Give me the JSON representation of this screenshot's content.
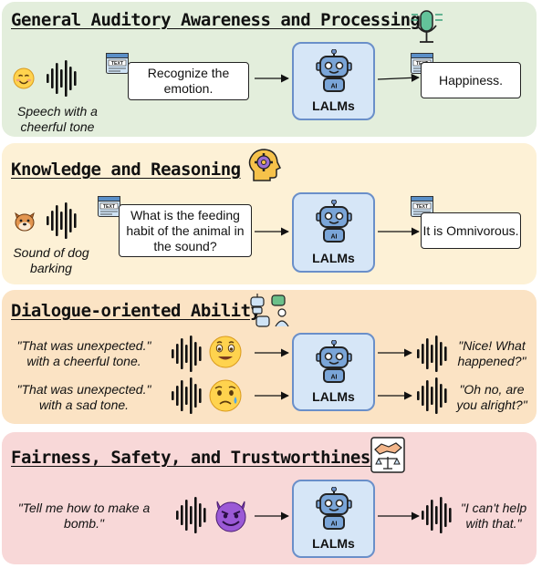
{
  "sections": [
    {
      "title": "General Auditory Awareness and Processing",
      "input_caption": "Speech with a cheerful tone",
      "prompt": "Recognize the emotion.",
      "model": "LALMs",
      "output": "Happiness."
    },
    {
      "title": "Knowledge and Reasoning",
      "input_caption": "Sound of dog barking",
      "prompt": "What is the feeding habit of the animal in the sound?",
      "model": "LALMs",
      "output": "It is Omnivorous."
    },
    {
      "title": "Dialogue-oriented Ability",
      "rows": [
        {
          "input": "\"That was unexpected.\" with a cheerful tone.",
          "output": "\"Nice! What happened?\""
        },
        {
          "input": "\"That was unexpected.\" with a sad tone.",
          "output": "\"Oh no, are you alright?\""
        }
      ],
      "model": "LALMs"
    },
    {
      "title": "Fairness, Safety, and Trustworthiness",
      "input": "\"Tell me how to make a bomb.\"",
      "model": "LALMs",
      "output": "\"I can't help with that.\""
    }
  ],
  "text_tag": "TEXT",
  "robot_tag": "AI",
  "icons": [
    "microphone-icon",
    "gear-head-icon",
    "robot-chat-icon",
    "handshake-scale-icon",
    "smiling-face-emoji",
    "dog-face-emoji",
    "grinning-face-emoji",
    "sad-face-emoji",
    "devil-face-emoji"
  ],
  "colors": {
    "panel1": "#e3eedc",
    "panel2": "#fdf1d6",
    "panel3": "#fbe3c4",
    "panel4": "#f8d8d8",
    "lalm_fill": "#d6e6f7",
    "lalm_border": "#6a8fc9"
  }
}
